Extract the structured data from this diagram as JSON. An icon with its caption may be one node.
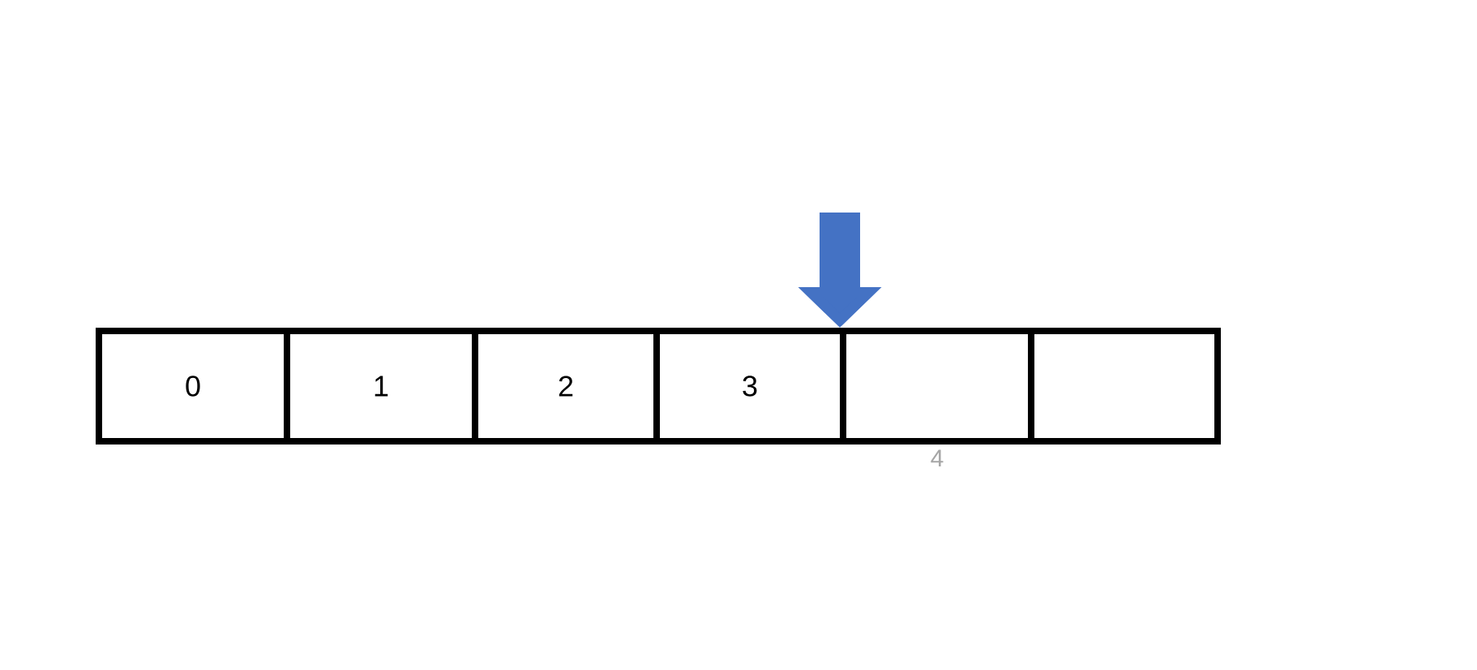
{
  "diagram": {
    "nodes": [
      {
        "text": [
          "0"
        ]
      },
      {
        "text": [
          "1"
        ]
      },
      {
        "text": [
          "2"
        ]
      },
      {
        "text": [
          "3"
        ]
      },
      {
        "text": [],
        "shape": "box",
        "beside": [
          "4"
        ]
      },
      {
        "text": [],
        "shape": "box"
      }
    ],
    "edges": [
      {
        "from": null,
        "to": 4,
        "arrow": "to",
        "color": "#4472c4"
      }
    ]
  }
}
